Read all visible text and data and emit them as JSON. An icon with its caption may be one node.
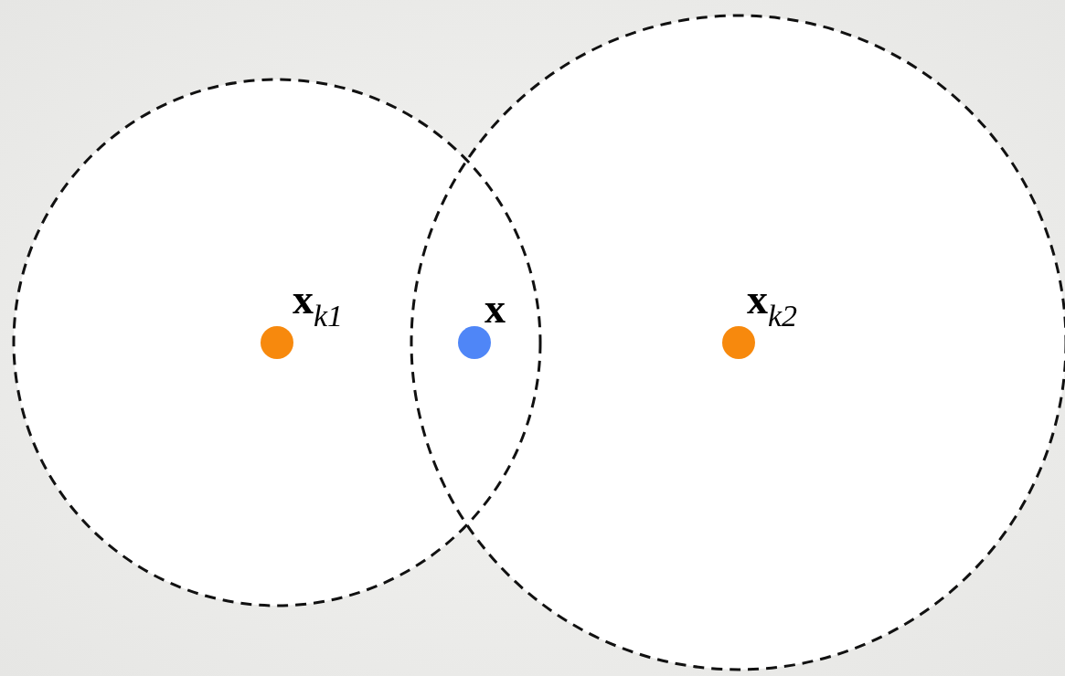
{
  "diagram": {
    "labels": [
      "**x**$_{k1}$",
      "**x**",
      "**x**$_{k2}$"
    ]
  }
}
